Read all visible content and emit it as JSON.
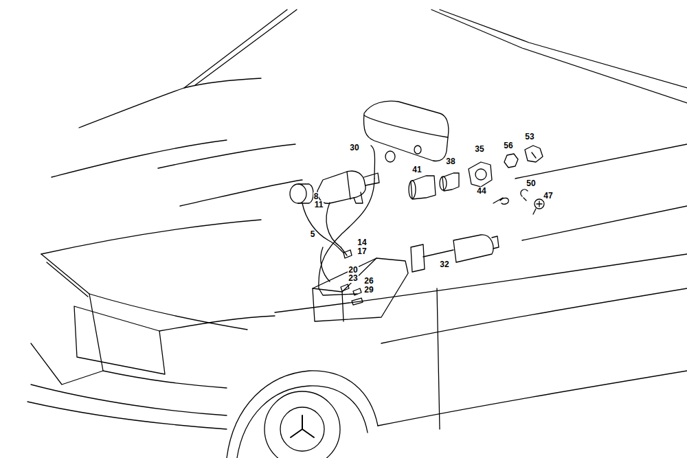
{
  "diagram": {
    "labels": [
      "30",
      "35",
      "53",
      "56",
      "38",
      "41",
      "8",
      "11",
      "44",
      "50",
      "47",
      "5",
      "14",
      "17",
      "32",
      "20",
      "23",
      "26",
      "29"
    ]
  }
}
